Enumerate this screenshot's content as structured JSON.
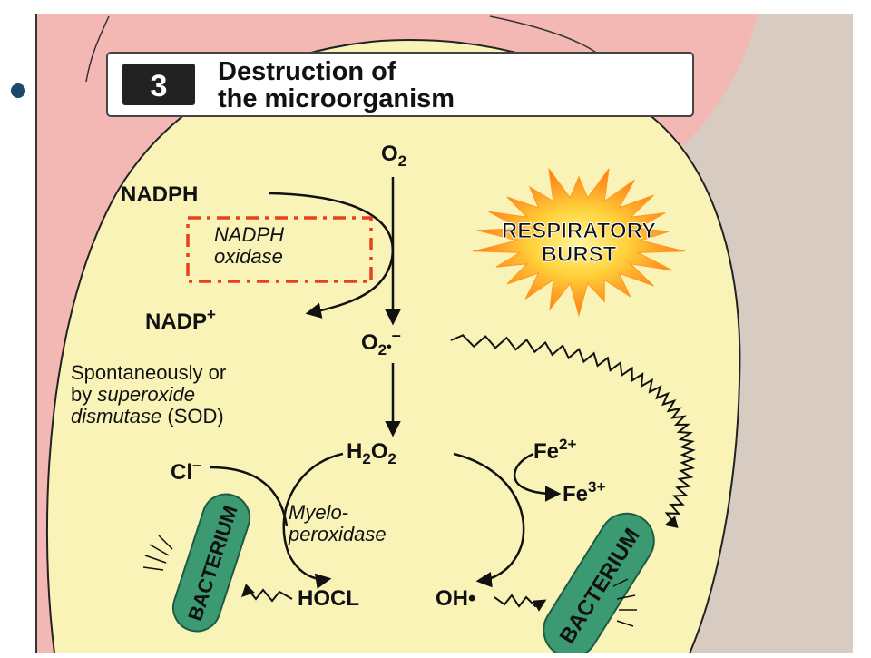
{
  "step": {
    "number": "3",
    "title_line1": "Destruction of",
    "title_line2": "the microorganism"
  },
  "molecules": {
    "o2": "O",
    "o2_sub": "2",
    "nadph": "NADPH",
    "nadp": "NADP",
    "nadp_sup": "+",
    "superoxide": "O",
    "superoxide_sub": "2",
    "superoxide_sup": "•",
    "superoxide_charge": "–",
    "h2o2_h": "H",
    "h2o2_sub1": "2",
    "h2o2_o": "O",
    "h2o2_sub2": "2",
    "cl": "Cl",
    "cl_sup": "–",
    "fe2": "Fe",
    "fe2_sup": "2+",
    "fe3": "Fe",
    "fe3_sup": "3+",
    "hocl": "HOCL",
    "oh": "OH•"
  },
  "enzymes": {
    "nadph_oxidase_line1": "NADPH",
    "nadph_oxidase_line2": "oxidase",
    "myelo_line1": "Myelo-",
    "myelo_line2": "peroxidase"
  },
  "sod_note": {
    "line1": "Spontaneously or",
    "line2_prefix": "by ",
    "line2_italic": "superoxide",
    "line3_italic": "dismutase",
    "line3_suffix": " (SOD)"
  },
  "burst": {
    "line1": "RESPIRATORY",
    "line2": "BURST"
  },
  "bacteria": {
    "left": "BACTERIUM",
    "right": "BACTERIUM"
  },
  "colors": {
    "cell_fill": "#f9f3b8",
    "outer_pink": "#f3b8b4",
    "gray_panel": "#d8ccc2",
    "bullet": "#1b4a6b",
    "highlight_box": "#e8401c",
    "bacterium": "#3b9a72"
  }
}
